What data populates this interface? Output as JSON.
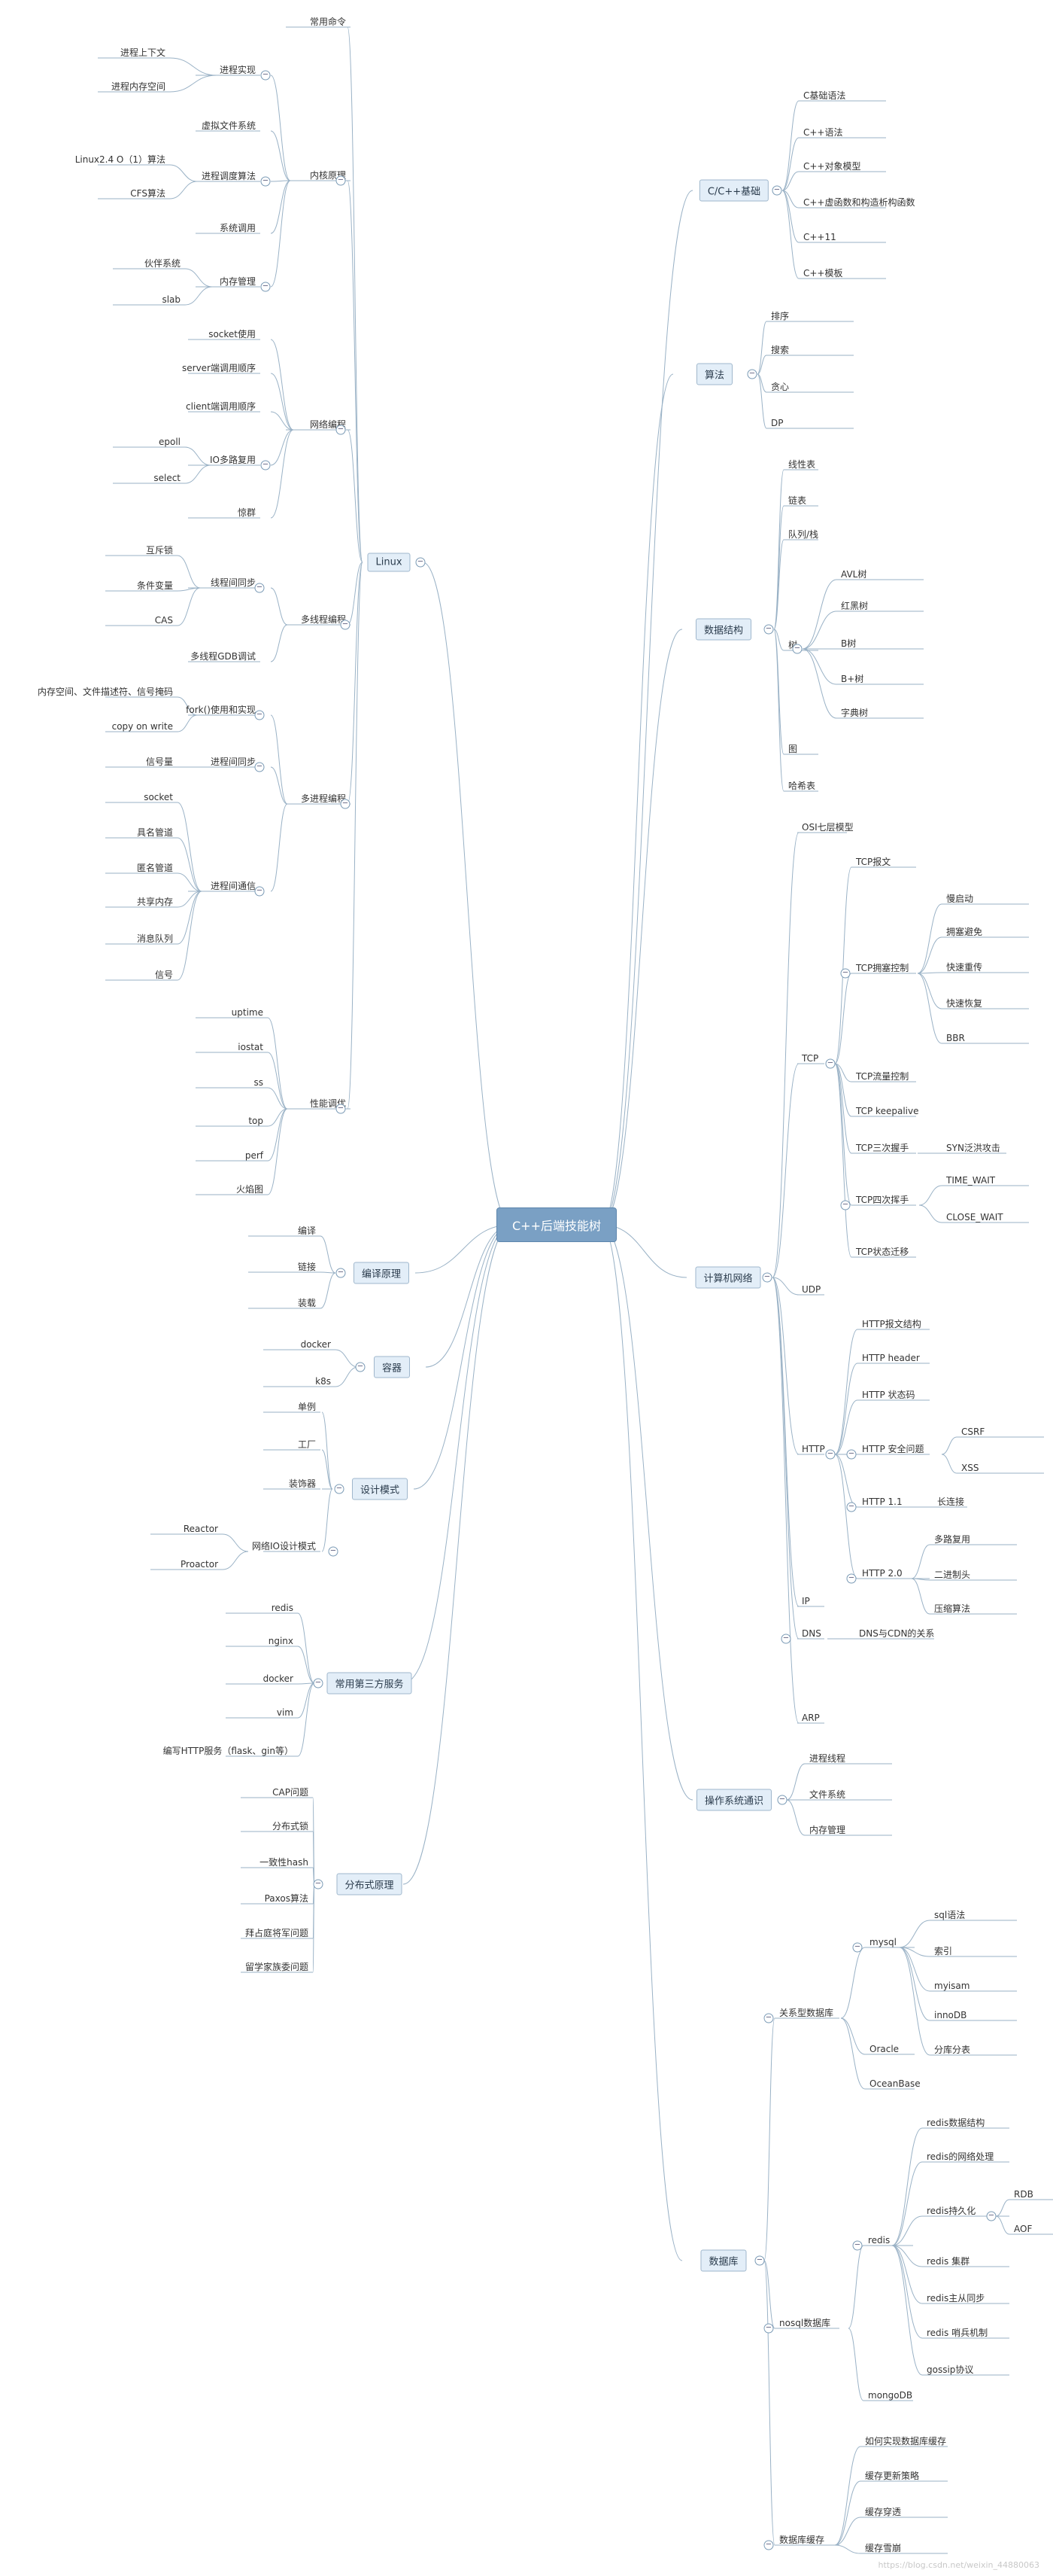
{
  "root": "C++后端技能树",
  "watermark": "https://blog.csdn.net/weixin_44880063",
  "collapse_symbol": "−",
  "topics": {
    "c": "C/C++基础",
    "algo": "算法",
    "ds": "数据结构",
    "net": "计算机网络",
    "osr": "操作系统通识",
    "db": "数据库",
    "linux": "Linux",
    "compile": "编译原理",
    "container": "容器",
    "design": "设计模式",
    "third": "常用第三方服务",
    "dist": "分布式原理"
  },
  "right": {
    "c": [
      "C基础语法",
      "C++语法",
      "C++对象模型",
      "C++虚函数和构造析构函数",
      "C++11",
      "C++模板"
    ],
    "algo": [
      "排序",
      "搜索",
      "贪心",
      "DP"
    ],
    "ds": [
      "线性表",
      "链表",
      "队列/栈",
      "树",
      "图",
      "哈希表"
    ],
    "tree": [
      "AVL树",
      "红黑树",
      "B树",
      "B+树",
      "字典树"
    ],
    "net": [
      "OSI七层模型",
      "TCP",
      "UDP",
      "HTTP",
      "IP",
      "DNS",
      "ARP"
    ],
    "tcp": [
      "TCP报文",
      "TCP拥塞控制",
      "TCP流量控制",
      "TCP keepalive",
      "TCP三次握手",
      "TCP四次挥手",
      "TCP状态迁移"
    ],
    "cong": [
      "慢启动",
      "拥塞避免",
      "快速重传",
      "快速恢复",
      "BBR"
    ],
    "syn": "SYN泛洪攻击",
    "fin": [
      "TIME_WAIT",
      "CLOSE_WAIT"
    ],
    "http": [
      "HTTP报文结构",
      "HTTP header",
      "HTTP 状态码",
      "HTTP 安全问题",
      "HTTP 1.1",
      "HTTP 2.0"
    ],
    "sec": [
      "CSRF",
      "XSS"
    ],
    "h11": "长连接",
    "h2": [
      "多路复用",
      "二进制头",
      "压缩算法"
    ],
    "dns": "DNS与CDN的关系",
    "osr": [
      "进程线程",
      "文件系统",
      "内存管理"
    ],
    "db": [
      "关系型数据库",
      "nosql数据库",
      "数据库缓存"
    ],
    "rel": [
      "mysql",
      "Oracle",
      "OceanBase"
    ],
    "mysql": [
      "sql语法",
      "索引",
      "myisam",
      "innoDB",
      "分库分表"
    ],
    "nosql": [
      "redis",
      "mongoDB"
    ],
    "redis": [
      "redis数据结构",
      "redis的网络处理",
      "redis持久化",
      "redis 集群",
      "redis主从同步",
      "redis 哨兵机制",
      "gossip协议"
    ],
    "persist": [
      "RDB",
      "AOF"
    ],
    "cache": [
      "如何实现数据库缓存",
      "缓存更新策略",
      "缓存穿透",
      "缓存雪崩"
    ]
  },
  "left": {
    "linux": [
      "常用命令",
      "内核原理",
      "网络编程",
      "多线程编程",
      "多进程编程",
      "性能调优"
    ],
    "kernel": [
      "进程实现",
      "虚拟文件系统",
      "进程调度算法",
      "系统调用",
      "内存管理"
    ],
    "proc": [
      "进程上下文",
      "进程内存空间"
    ],
    "sched": [
      "Linux2.4 O（1）算法",
      "CFS算法"
    ],
    "mem": [
      "伙伴系统",
      "slab"
    ],
    "netp": [
      "socket使用",
      "server端调用顺序",
      "client端调用顺序",
      "IO多路复用",
      "惊群"
    ],
    "io": [
      "epoll",
      "select"
    ],
    "mt": [
      "线程间同步",
      "多线程GDB调试"
    ],
    "tsync": [
      "互斥锁",
      "条件变量",
      "CAS"
    ],
    "mp": [
      "fork()使用和实现",
      "进程间同步",
      "进程间通信"
    ],
    "fork": [
      "内存空间、文件描述符、信号掩码",
      "copy on write"
    ],
    "psync": [
      "信号量"
    ],
    "ipc": [
      "socket",
      "具名管道",
      "匿名管道",
      "共享内存",
      "消息队列",
      "信号"
    ],
    "perf": [
      "uptime",
      "iostat",
      "ss",
      "top",
      "perf",
      "火焰图"
    ],
    "compile": [
      "编译",
      "链接",
      "装载"
    ],
    "container": [
      "docker",
      "k8s"
    ],
    "design": [
      "单例",
      "工厂",
      "装饰器",
      "网络IO设计模式"
    ],
    "nio": [
      "Reactor",
      "Proactor"
    ],
    "third": [
      "redis",
      "nginx",
      "docker",
      "vim",
      "编写HTTP服务（flask、gin等）"
    ],
    "dist": [
      "CAP问题",
      "分布式锁",
      "一致性hash",
      "Paxos算法",
      "拜占庭将军问题",
      "留学家族委问题"
    ]
  }
}
